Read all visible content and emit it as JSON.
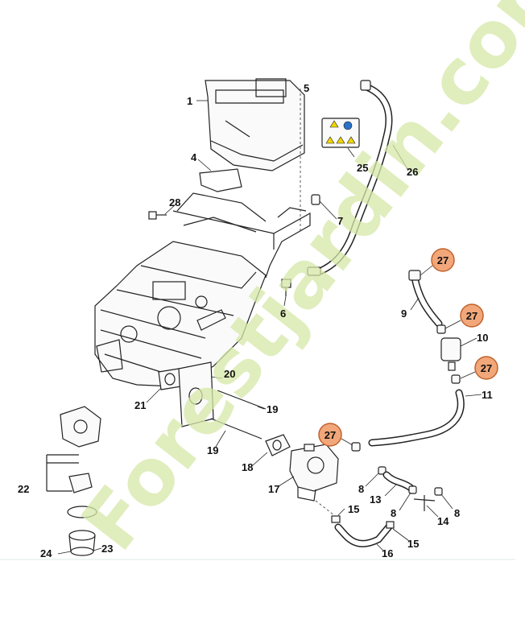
{
  "watermark": {
    "text": "Forestjardin.com",
    "color_light": "#d6e8a8",
    "color_brown": "#cbb89a"
  },
  "highlight": {
    "fill": "#f2a77a",
    "stroke": "#c0622c"
  },
  "callouts": {
    "c1": "1",
    "c4": "4",
    "c5": "5",
    "c6": "6",
    "c7": "7",
    "c8a": "8",
    "c8b": "8",
    "c8c": "8",
    "c9": "9",
    "c10": "10",
    "c11": "11",
    "c13": "13",
    "c14": "14",
    "c15a": "15",
    "c15b": "15",
    "c16": "16",
    "c17": "17",
    "c18": "18",
    "c19a": "19",
    "c19b": "19",
    "c20": "20",
    "c21": "21",
    "c22": "22",
    "c23": "23",
    "c24": "24",
    "c25": "25",
    "c26": "26",
    "c28": "28"
  },
  "highlighted_callouts": {
    "h1": "27",
    "h2": "27",
    "h3": "27",
    "h4": "27"
  }
}
